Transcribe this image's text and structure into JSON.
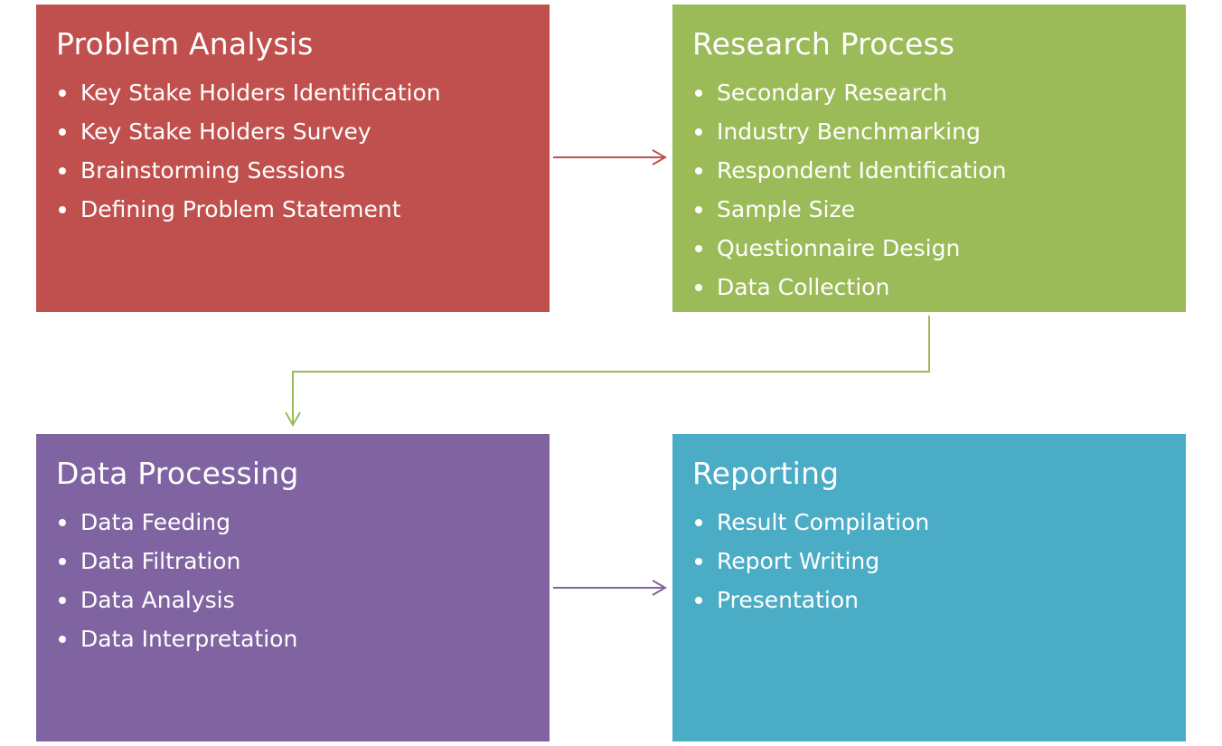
{
  "colors": {
    "problem": "#c0504d",
    "research": "#9bbb59",
    "data": "#8064a2",
    "report": "#4bacc6"
  },
  "boxes": {
    "problem": {
      "title": "Problem Analysis",
      "items": [
        "Key Stake Holders Identification",
        "Key Stake Holders Survey",
        "Brainstorming Sessions",
        "Defining Problem Statement"
      ]
    },
    "research": {
      "title": "Research Process",
      "items": [
        "Secondary Research",
        "Industry Benchmarking",
        "Respondent Identification",
        "Sample Size",
        "Questionnaire Design",
        "Data Collection"
      ]
    },
    "data": {
      "title": "Data Processing",
      "items": [
        "Data Feeding",
        "Data Filtration",
        "Data Analysis",
        "Data Interpretation"
      ]
    },
    "report": {
      "title": "Reporting",
      "items": [
        "Result Compilation",
        "Report Writing",
        "Presentation"
      ]
    }
  }
}
